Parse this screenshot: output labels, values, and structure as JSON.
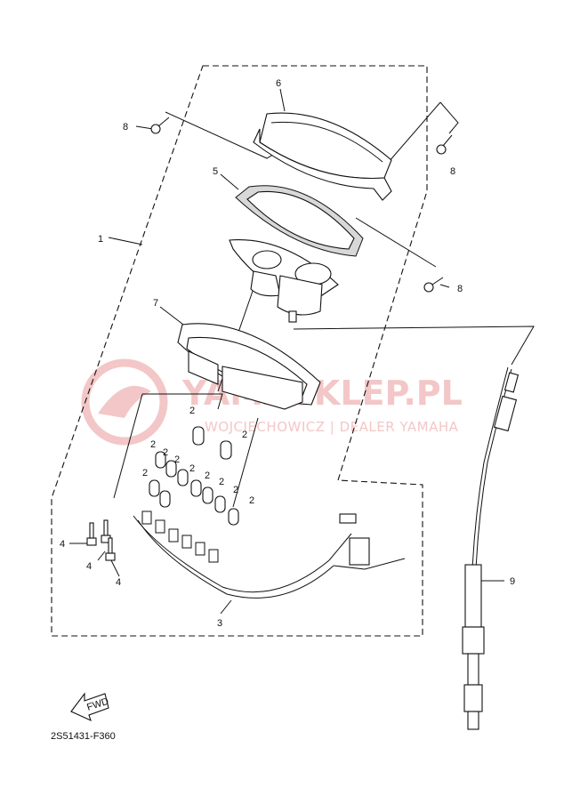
{
  "watermark": {
    "brand": "YAMASKLEP.PL",
    "tagline": "WOJCIECHOWICZ | DEALER YAMAHA"
  },
  "fwd_label": "FWD",
  "diagram_code": "2S51431-F360",
  "callouts": {
    "c1": "1",
    "c2a": "2",
    "c2b": "2",
    "c2c": "2",
    "c2d": "2",
    "c2e": "2",
    "c2f": "2",
    "c2g": "2",
    "c2h": "2",
    "c2i": "2",
    "c2j": "2",
    "c2k": "2",
    "c3": "3",
    "c4a": "4",
    "c4b": "4",
    "c4c": "4",
    "c5": "5",
    "c6": "6",
    "c7": "7",
    "c8a": "8",
    "c8b": "8",
    "c8c": "8",
    "c9": "9"
  }
}
